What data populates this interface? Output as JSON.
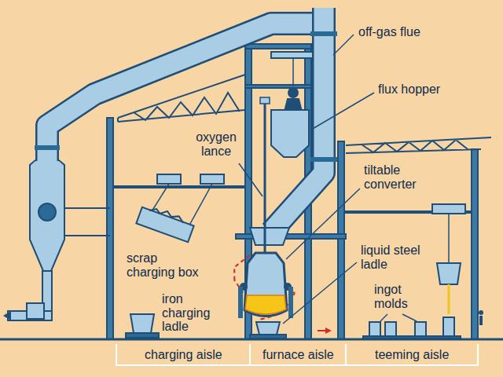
{
  "diagram": {
    "labels": [
      "off-gas flue",
      "flux hopper",
      "oxygen lance",
      "tiltable converter",
      "scrap charging box",
      "liquid steel ladle",
      "iron charging ladle",
      "ingot molds",
      "charging aisle",
      "furnace aisle",
      "teeming aisle"
    ]
  }
}
